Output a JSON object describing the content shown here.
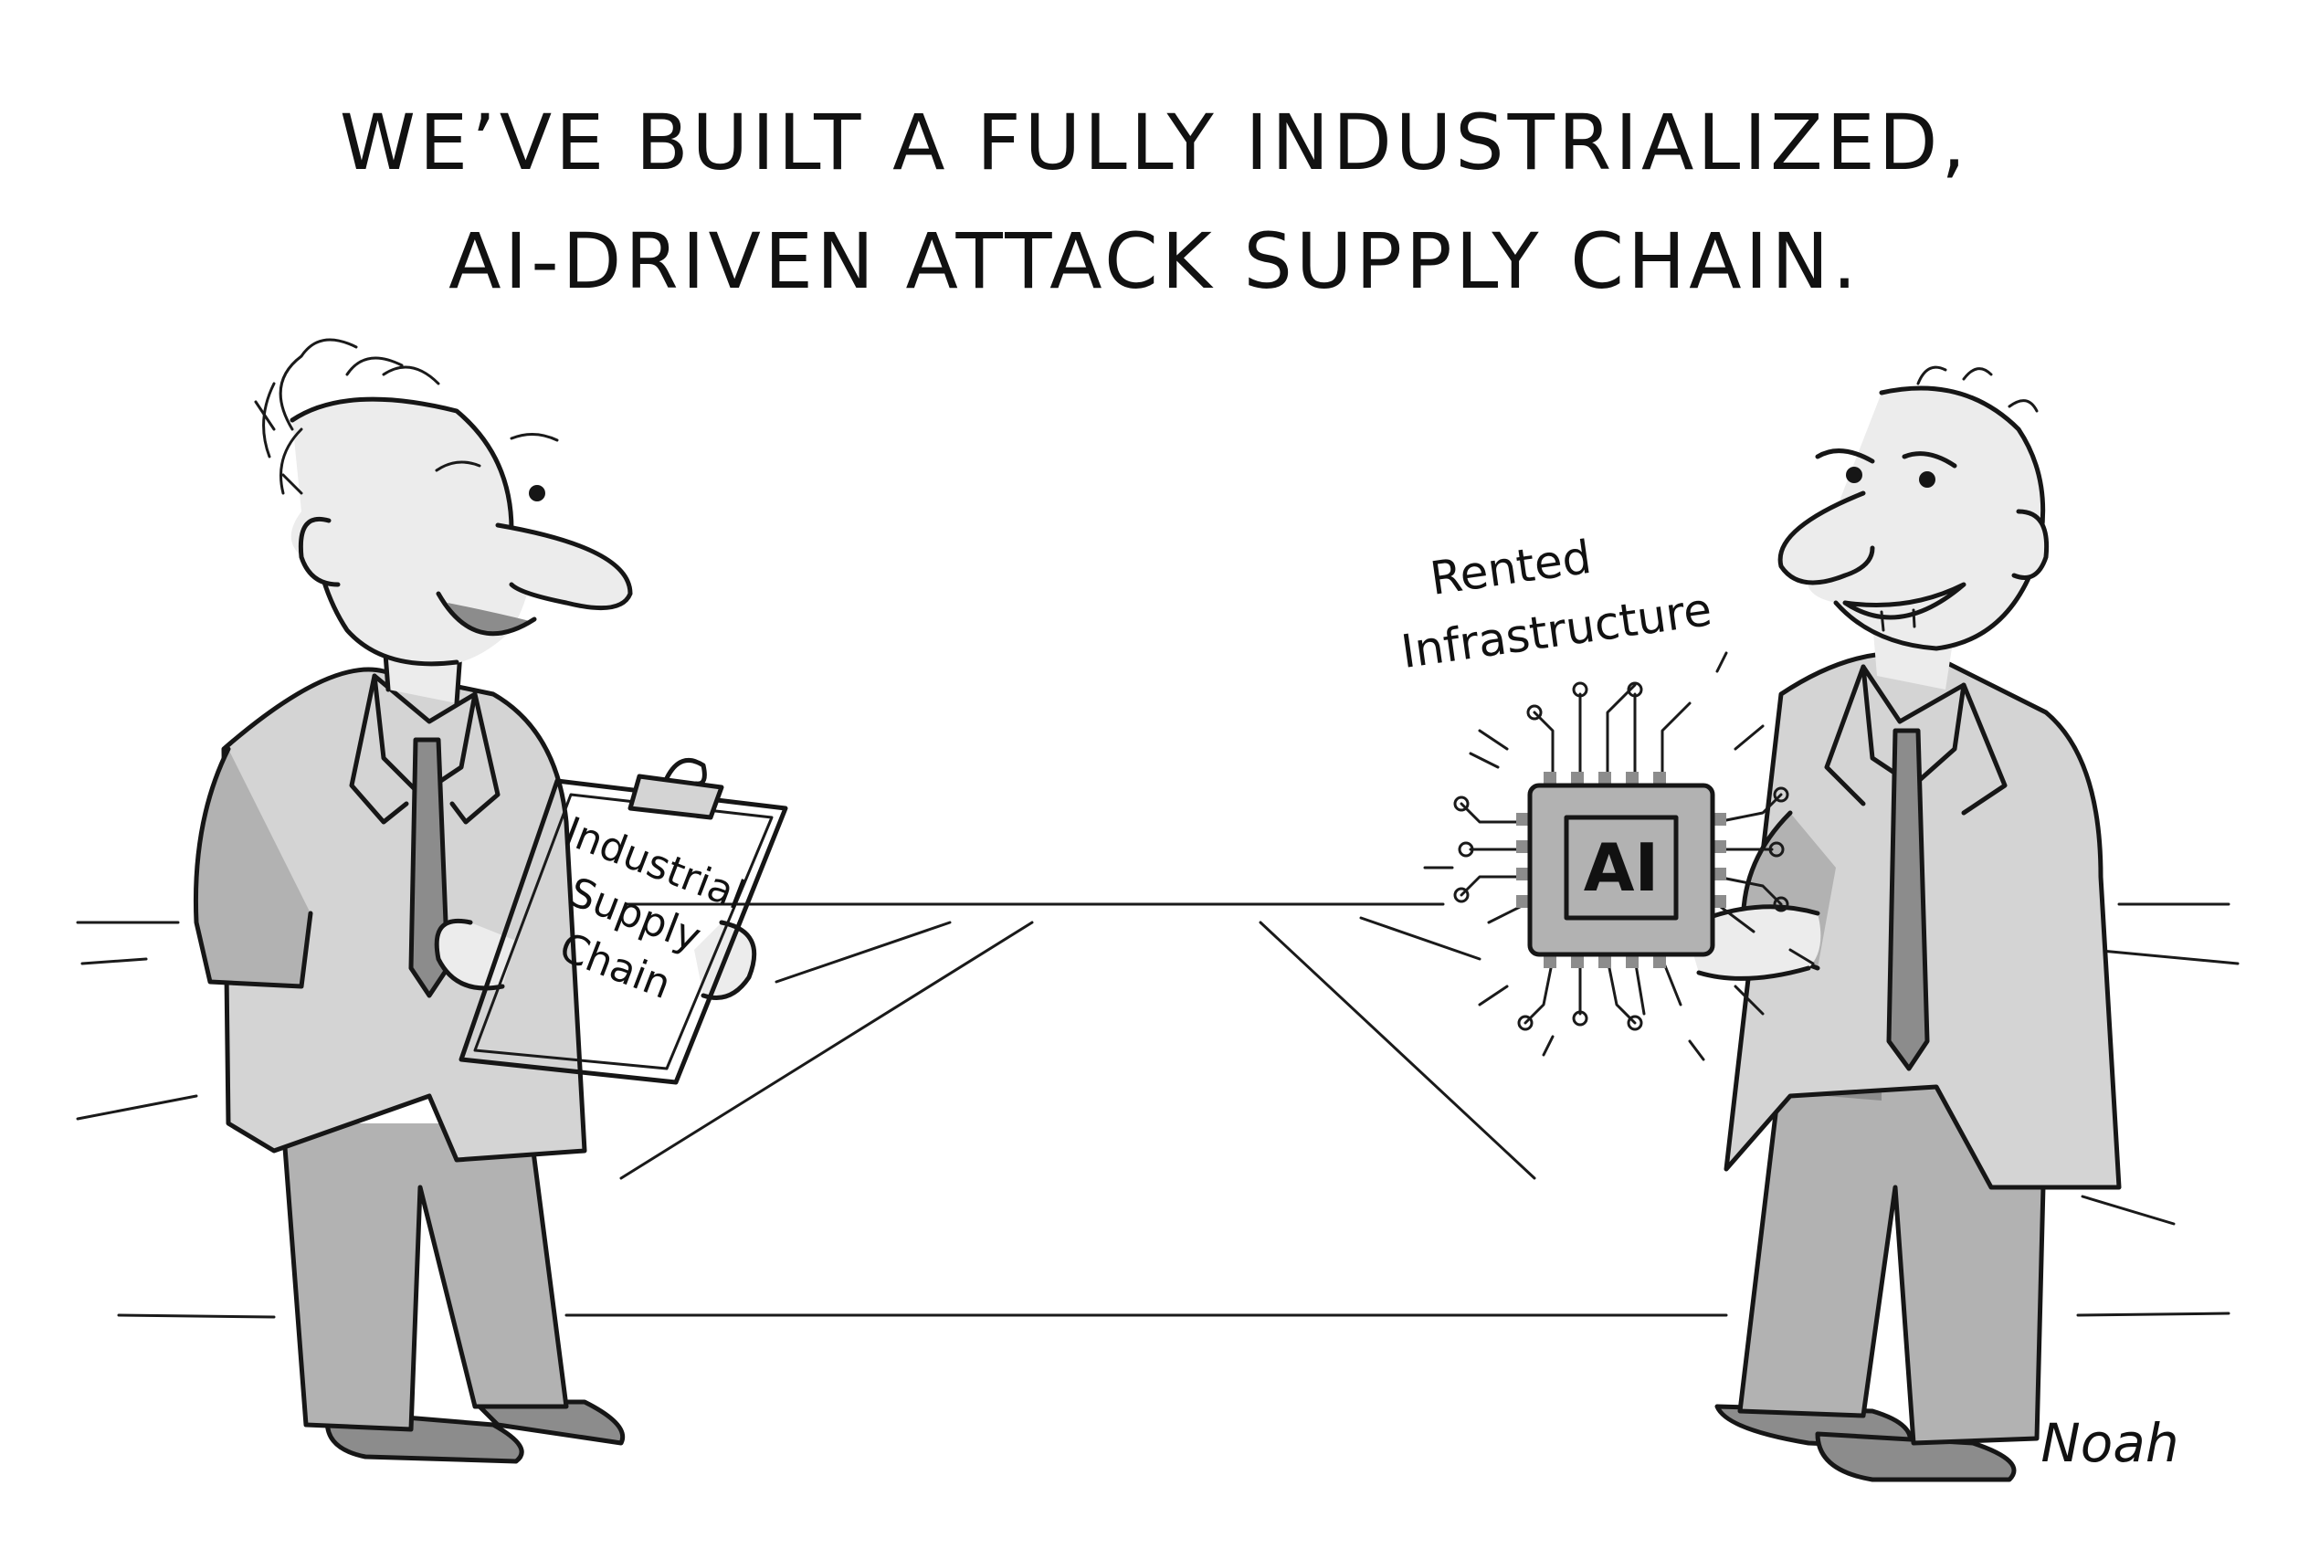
{
  "caption": {
    "line1": "WE’VE BUILT A FULLY INDUSTRIALIZED,",
    "line2": "AI-DRIVEN ATTACK SUPPLY CHAIN."
  },
  "clipboard": {
    "line1": "Industrial",
    "line2": "Supply",
    "line3": "Chain"
  },
  "chip": {
    "label": "AI"
  },
  "infrastructure_label": {
    "line1": "Rented",
    "line2": "Infrastructure"
  },
  "signature": "Noah",
  "colors": {
    "ink": "#161616",
    "wash_dark": "#8c8c8c",
    "wash_mid": "#b2b2b2",
    "wash_light": "#d4d4d4",
    "paper": "#ffffff"
  }
}
